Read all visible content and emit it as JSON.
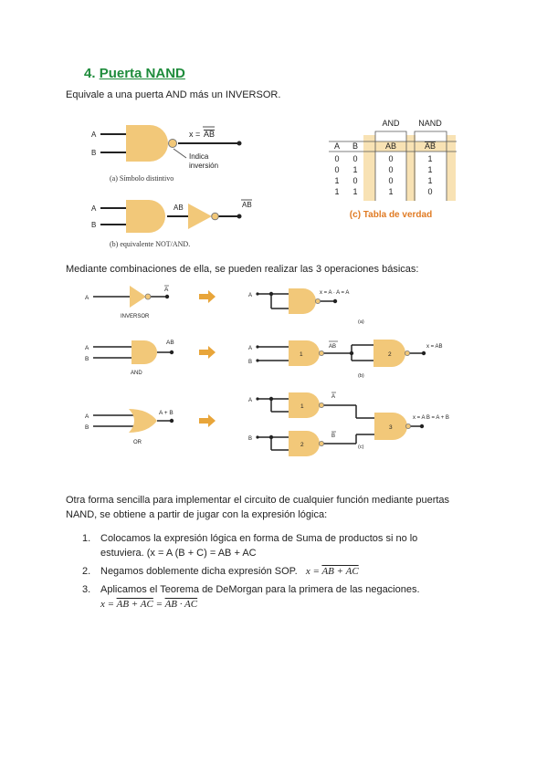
{
  "section": {
    "number": "4.",
    "title": "Puerta NAND"
  },
  "intro": "Equivale a una puerta AND más un INVERSOR.",
  "fig1": {
    "input_a": "A",
    "input_b": "B",
    "out_prefix": "x = ",
    "out_expr": "AB",
    "indica": "Indica",
    "inversion": "inversión",
    "caption_a": "(a) Símbolo distintivo",
    "mid": "AB",
    "out2": "AB",
    "caption_b": "(b) equivalente NOT/AND."
  },
  "truth_table": {
    "group_and": "AND",
    "group_nand": "NAND",
    "headers": [
      "A",
      "B",
      "AB",
      "AB"
    ],
    "rows": [
      [
        "0",
        "0",
        "0",
        "1"
      ],
      [
        "0",
        "1",
        "0",
        "1"
      ],
      [
        "1",
        "0",
        "0",
        "1"
      ],
      [
        "1",
        "1",
        "1",
        "0"
      ]
    ],
    "caption": "(c) Tabla de verdad",
    "colors": {
      "fill": "#f8e2b4",
      "caption": "#e07b24"
    }
  },
  "para2": "Mediante combinaciones de ella, se pueden realizar las 3 operaciones básicas:",
  "fig2": {
    "inv_in": "A",
    "inv_out": "A",
    "inv_label": "INVERSOR",
    "and_in_a": "A",
    "and_in_b": "B",
    "and_out": "AB",
    "and_label": "AND",
    "or_in_a": "A",
    "or_in_b": "B",
    "or_out": "A + B",
    "or_label": "OR",
    "a_in": "A",
    "a_out": "x = A · A = A",
    "a_cap": "(a)",
    "b_in_a": "A",
    "b_in_b": "B",
    "b_g1": "1",
    "b_mid": "AB",
    "b_g2": "2",
    "b_out": "x = AB",
    "b_cap": "(b)",
    "c_in_a": "A",
    "c_in_b": "B",
    "c_g1": "1",
    "c_g2": "2",
    "c_g3": "3",
    "c_mid1": "A",
    "c_mid2": "B",
    "c_out": "x = A B = A + B",
    "c_cap": "(c)",
    "colors": {
      "gate": "#f2c879",
      "arrow": "#e8a53a"
    }
  },
  "para3": {
    "line1": "Otra forma sencilla para implementar el circuito de cualquier función mediante puertas",
    "line2": "NAND, se obtiene a partir de jugar con la expresión lógica:"
  },
  "steps": [
    {
      "num": "1.",
      "text": "Colocamos la expresión lógica en forma de Suma de productos si no lo",
      "text2": "estuviera.",
      "expr": "(x = A (B + C) = AB + AC"
    },
    {
      "num": "2.",
      "text": "Negamos doblemente dicha expresión SOP.",
      "expr_x": "x = ",
      "expr": "AB + AC"
    },
    {
      "num": "3.",
      "text": "Aplicamos el Teorema de DeMorgan para la primera de las negaciones.",
      "expr_x": "x = ",
      "expr_a": "AB + AC",
      "expr_eq": " = ",
      "expr_b": "AB · AC"
    }
  ]
}
